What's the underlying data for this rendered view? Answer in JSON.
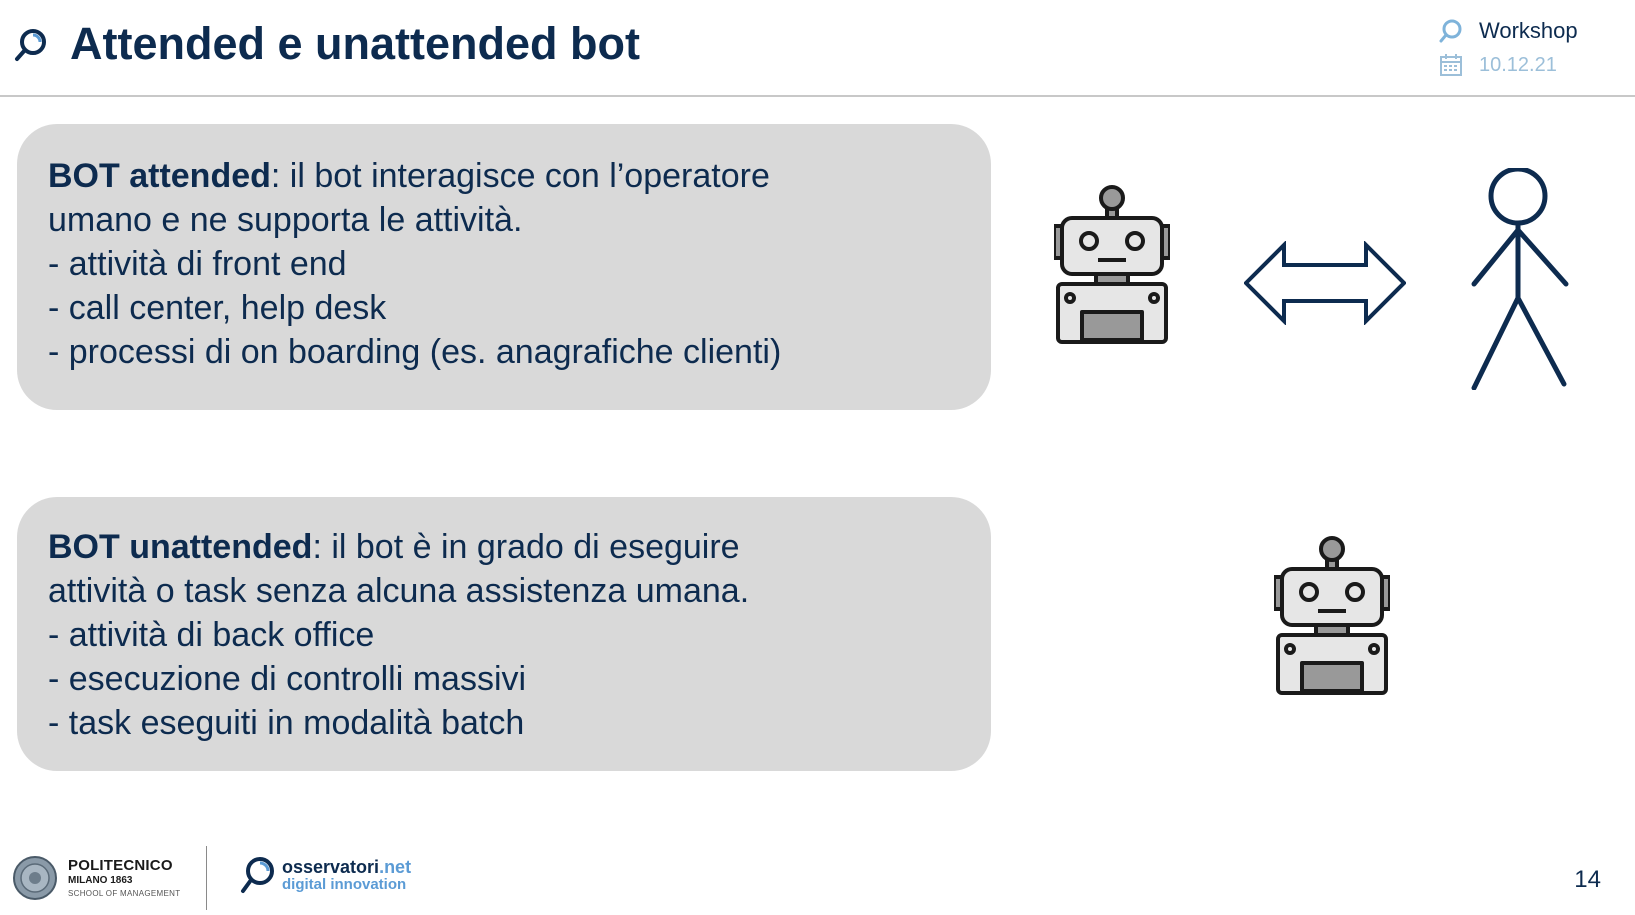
{
  "header": {
    "title": "Attended e unattended bot",
    "meta_label": "Workshop",
    "meta_date": "10.12.21"
  },
  "cards": [
    {
      "heading": "BOT attended",
      "intro": ": il bot  interagisce con l’operatore",
      "lines": [
        "umano e ne supporta le attività.",
        "- attività di front end",
        "- call center, help desk",
        "- processi di on boarding (es. anagrafiche clienti)"
      ]
    },
    {
      "heading": "BOT unattended",
      "intro": ": il bot è in grado di eseguire",
      "lines": [
        "attività o task senza alcuna assistenza umana.",
        "- attività di back office",
        "- esecuzione di controlli massivi",
        "- task eseguiti in modalità batch"
      ]
    }
  ],
  "footer": {
    "poli_name": "POLITECNICO",
    "poli_city": "MILANO 1863",
    "poli_school": "SCHOOL OF MANAGEMENT",
    "oss_name": "osservatori",
    "oss_net": ".net",
    "oss_tagline": "digital innovation",
    "page_number": "14"
  },
  "icons": {
    "header_logo": "magnifier-logo-icon",
    "meta_label_icon": "magnifier-logo-icon",
    "meta_date_icon": "calendar-icon",
    "robot": "robot-icon",
    "arrow": "double-arrow-icon",
    "person": "stick-figure-icon"
  },
  "colors": {
    "primary": "#0d2b4f",
    "accent": "#5b9bd5",
    "date": "#9cbfd9",
    "card_bg": "#d9d9d9",
    "rule": "#c8c8c8"
  }
}
